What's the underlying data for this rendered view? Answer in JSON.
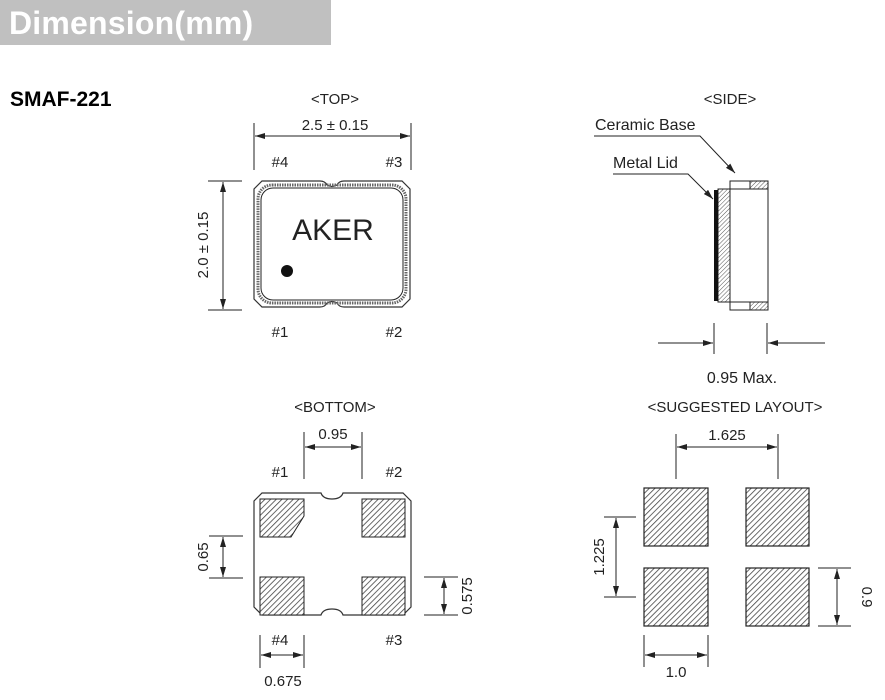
{
  "header": {
    "title": "Dimension(mm)",
    "banner_color": "#c0c0c0"
  },
  "model": "SMAF-221",
  "views": {
    "top": {
      "title": "<TOP>",
      "width_dim": "2.5 ± 0.15",
      "height_dim": "2.0 ± 0.15",
      "marking": "AKER",
      "pins": {
        "p1": "#1",
        "p2": "#2",
        "p3": "#3",
        "p4": "#4"
      }
    },
    "side": {
      "title": "<SIDE>",
      "label_base": "Ceramic Base",
      "label_lid": "Metal Lid",
      "thickness_dim": "0.95 Max."
    },
    "bottom": {
      "title": "<BOTTOM>",
      "pad_pitch_dim": "0.95",
      "pad_gap_dim": "0.65",
      "pad_height_dim": "0.575",
      "pad_width_dim": "0.675",
      "pins": {
        "p1": "#1",
        "p2": "#2",
        "p3": "#3",
        "p4": "#4"
      }
    },
    "layout": {
      "title": "<SUGGESTED LAYOUT>",
      "pitch_x_dim": "1.625",
      "pitch_y_dim": "1.225",
      "pad_height_dim": "0.9",
      "pad_width_dim": "1.0"
    }
  }
}
